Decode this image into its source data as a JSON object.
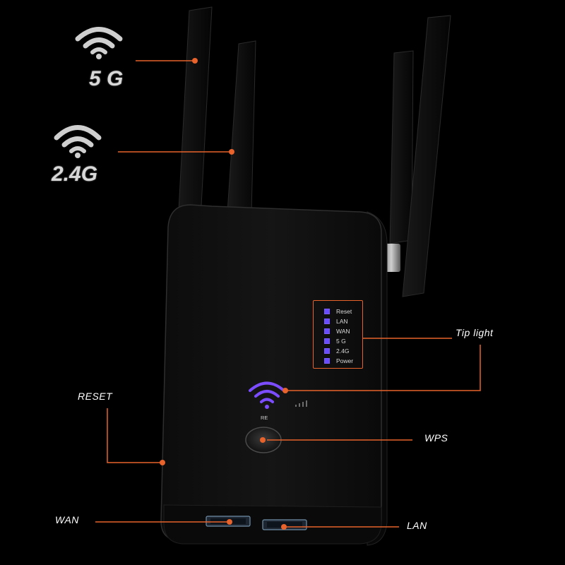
{
  "bands": {
    "band_5g": "5 G",
    "band_24g": "2.4G"
  },
  "callouts": {
    "tip_light": "Tip light",
    "reset": "RESET",
    "wps": "WPS",
    "wan": "WAN",
    "lan": "LAN"
  },
  "led_panel": {
    "items": [
      {
        "label": "Reset"
      },
      {
        "label": "LAN"
      },
      {
        "label": "WAN"
      },
      {
        "label": "5 G"
      },
      {
        "label": "2.4G"
      },
      {
        "label": "Power"
      }
    ]
  },
  "device": {
    "re_label": "RE"
  },
  "colors": {
    "background": "#000000",
    "callout_line": "#e8622b",
    "led": "#6a4cff",
    "wifi_logo": "#7b4dff",
    "label_text": "#ffffff"
  },
  "icons": [
    "wifi-5g-icon",
    "wifi-24g-icon",
    "re-wifi-icon",
    "signal-bars-icon"
  ]
}
